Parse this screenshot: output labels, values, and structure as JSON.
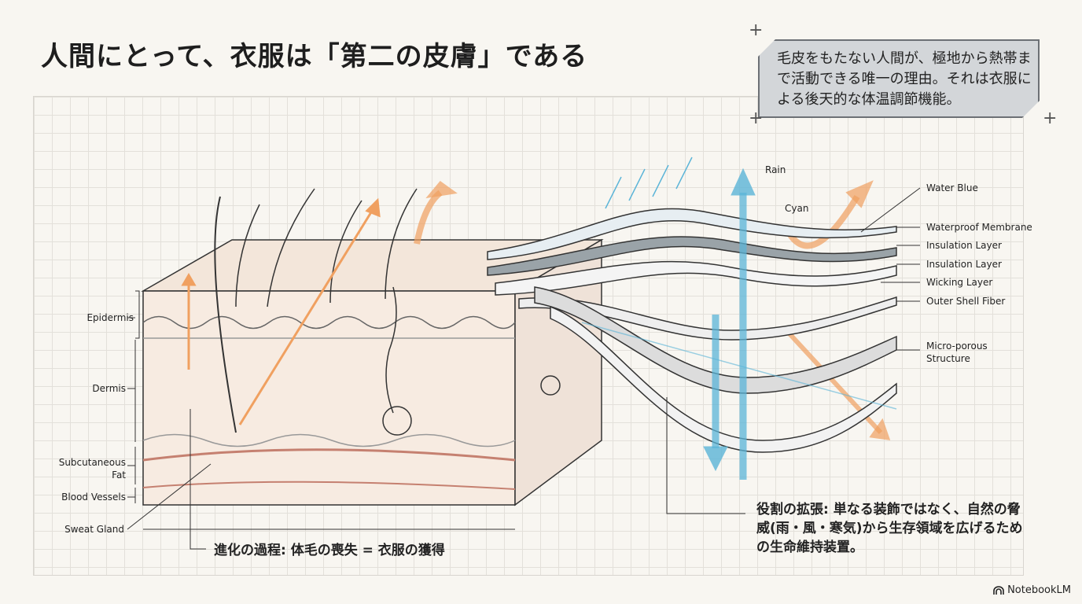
{
  "title": "人間にとって、衣服は「第二の皮膚」である",
  "callout": "毛皮をもたない人間が、極地から熱帯まで活動できる唯一の理由。それは衣服による後天的な体温調節機能。",
  "skin_labels": {
    "epidermis": "Epidermis",
    "dermis": "Dermis",
    "subcutaneous_fat": "Subcutaneous Fat",
    "blood_vessels": "Blood Vessels",
    "sweat_gland": "Sweat Gland"
  },
  "fabric_labels": {
    "rain": "Rain",
    "cyan": "Cyan",
    "water_blue": "Water Blue",
    "waterproof_membrane": "Waterproof Membrane",
    "insulation_layer_1": "Insulation Layer",
    "insulation_layer_2": "Insulation Layer",
    "wicking_layer": "Wicking Layer",
    "outer_shell_fiber": "Outer Shell Fiber",
    "micro_porous": "Micro-porous Structure"
  },
  "caption_evolution": "進化の過程: 体毛の喪失 = 衣服の獲得",
  "caption_role": "役割の拡張: 単なる装飾ではなく、自然の脅威(雨・風・寒気)から生存領域を広げるための生命維持装置。",
  "brand": "NotebookLM",
  "colors": {
    "background": "#f8f6f1",
    "orange": "#f0a060",
    "blue": "#5bb5d8",
    "callout": "#d3d6d9"
  }
}
